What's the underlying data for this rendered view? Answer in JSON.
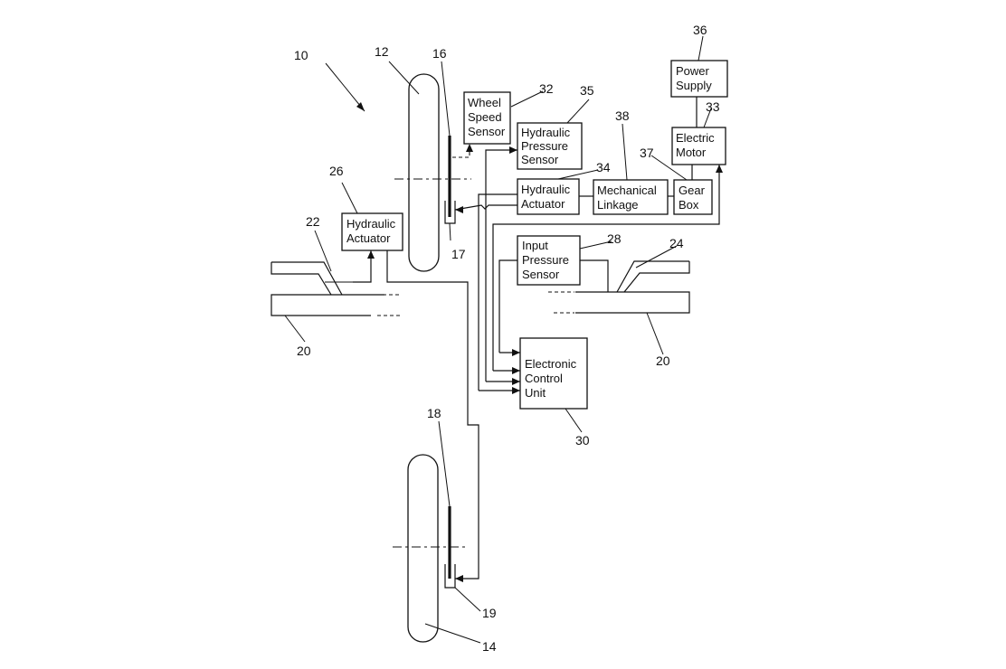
{
  "figure": {
    "ref_numbers": {
      "system": "10",
      "front_wheel": "12",
      "rear_wheel": "14",
      "front_brake_disc": "16",
      "front_caliper": "17",
      "rear_brake_disc": "18",
      "rear_caliper": "19",
      "left_axle": "20",
      "right_axle": "20",
      "left_lever": "22",
      "right_lever": "24",
      "hydraulic_actuator_left": "26",
      "input_pressure_sensor": "28",
      "ecu": "30",
      "wheel_speed_sensor": "32",
      "electric_motor": "33",
      "hydraulic_actuator_right": "34",
      "hydraulic_pressure_sensor": "35",
      "power_supply": "36",
      "gear_box": "37",
      "mechanical_linkage": "38"
    },
    "boxes": {
      "hydraulic_actuator_left": [
        "Hydraulic",
        "Actuator"
      ],
      "wheel_speed_sensor": [
        "Wheel",
        "Speed",
        "Sensor"
      ],
      "hydraulic_pressure_sensor": [
        "Hydraulic",
        "Pressure",
        "Sensor"
      ],
      "hydraulic_actuator_right": [
        "Hydraulic",
        "Actuator"
      ],
      "mechanical_linkage": [
        "Mechanical",
        "Linkage"
      ],
      "gear_box": [
        "Gear",
        "Box"
      ],
      "electric_motor": [
        "Electric",
        "Motor"
      ],
      "power_supply": [
        "Power",
        "Supply"
      ],
      "input_pressure_sensor": [
        "Input",
        "Pressure",
        "Sensor"
      ],
      "ecu": [
        "Electronic",
        "Control",
        "Unit"
      ]
    }
  }
}
